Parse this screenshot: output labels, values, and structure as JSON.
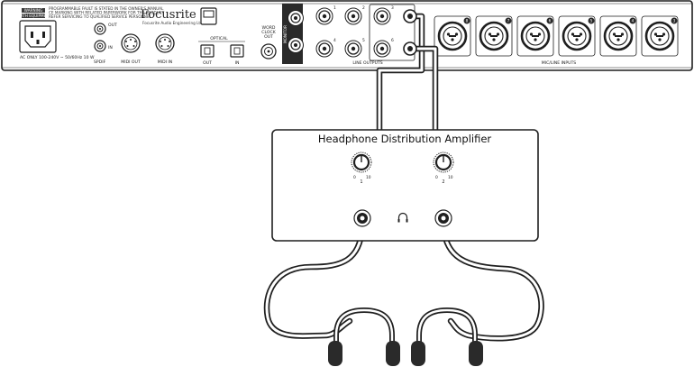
{
  "interface": {
    "brand": "Focusrite",
    "brand_sub": "Focusrite Audio Engineering Ltd",
    "warning_line1": "WARNING",
    "warning_line2": "EARTH EQUIPMENT",
    "notice_line1": "PROGRAMMABLE FAULT IS STATED IN THE OWNER'S MANUAL",
    "notice_line2": "CE MARKING WITH RELATED PAPERWORK FOR THE PRODUCT",
    "notice_line3": "REFER SERVICING TO QUALIFIED SERVICE PERSONNEL",
    "power_label": "AC ONLY 100-240V ~ 50/60Hz 10 W",
    "spdif_out": "OUT",
    "spdif_in": "IN",
    "spdif_label": "SPDIF",
    "midi_out": "MIDI OUT",
    "midi_in": "MIDI IN",
    "optical_label": "OPTICAL",
    "optical_out": "OUT",
    "optical_in": "IN",
    "wordclock_line1": "WORD",
    "wordclock_line2": "CLOCK",
    "wordclock_line3": "OUT",
    "monitor_label": "MONITOR",
    "line_outputs_label": "LINE OUTPUTS",
    "mic_line_label": "MIC/LINE INPUTS",
    "line_output_numbers": [
      "1",
      "2",
      "3",
      "4",
      "5",
      "6"
    ],
    "input_numbers": [
      "8",
      "7",
      "6",
      "5",
      "4",
      "3"
    ]
  },
  "amplifier": {
    "title": "Headphone Distribution Amplifier",
    "knobs": [
      {
        "min": "0",
        "max": "10",
        "label": "1"
      },
      {
        "min": "0",
        "max": "10",
        "label": "2"
      }
    ],
    "headphone_icon": "headphone-glyph-icon"
  },
  "colors": {
    "line": "#1f1f1f",
    "panel_fill": "#ffffff",
    "dark_fill": "#2a2a2a",
    "label_bg": "#3a3a3a"
  }
}
